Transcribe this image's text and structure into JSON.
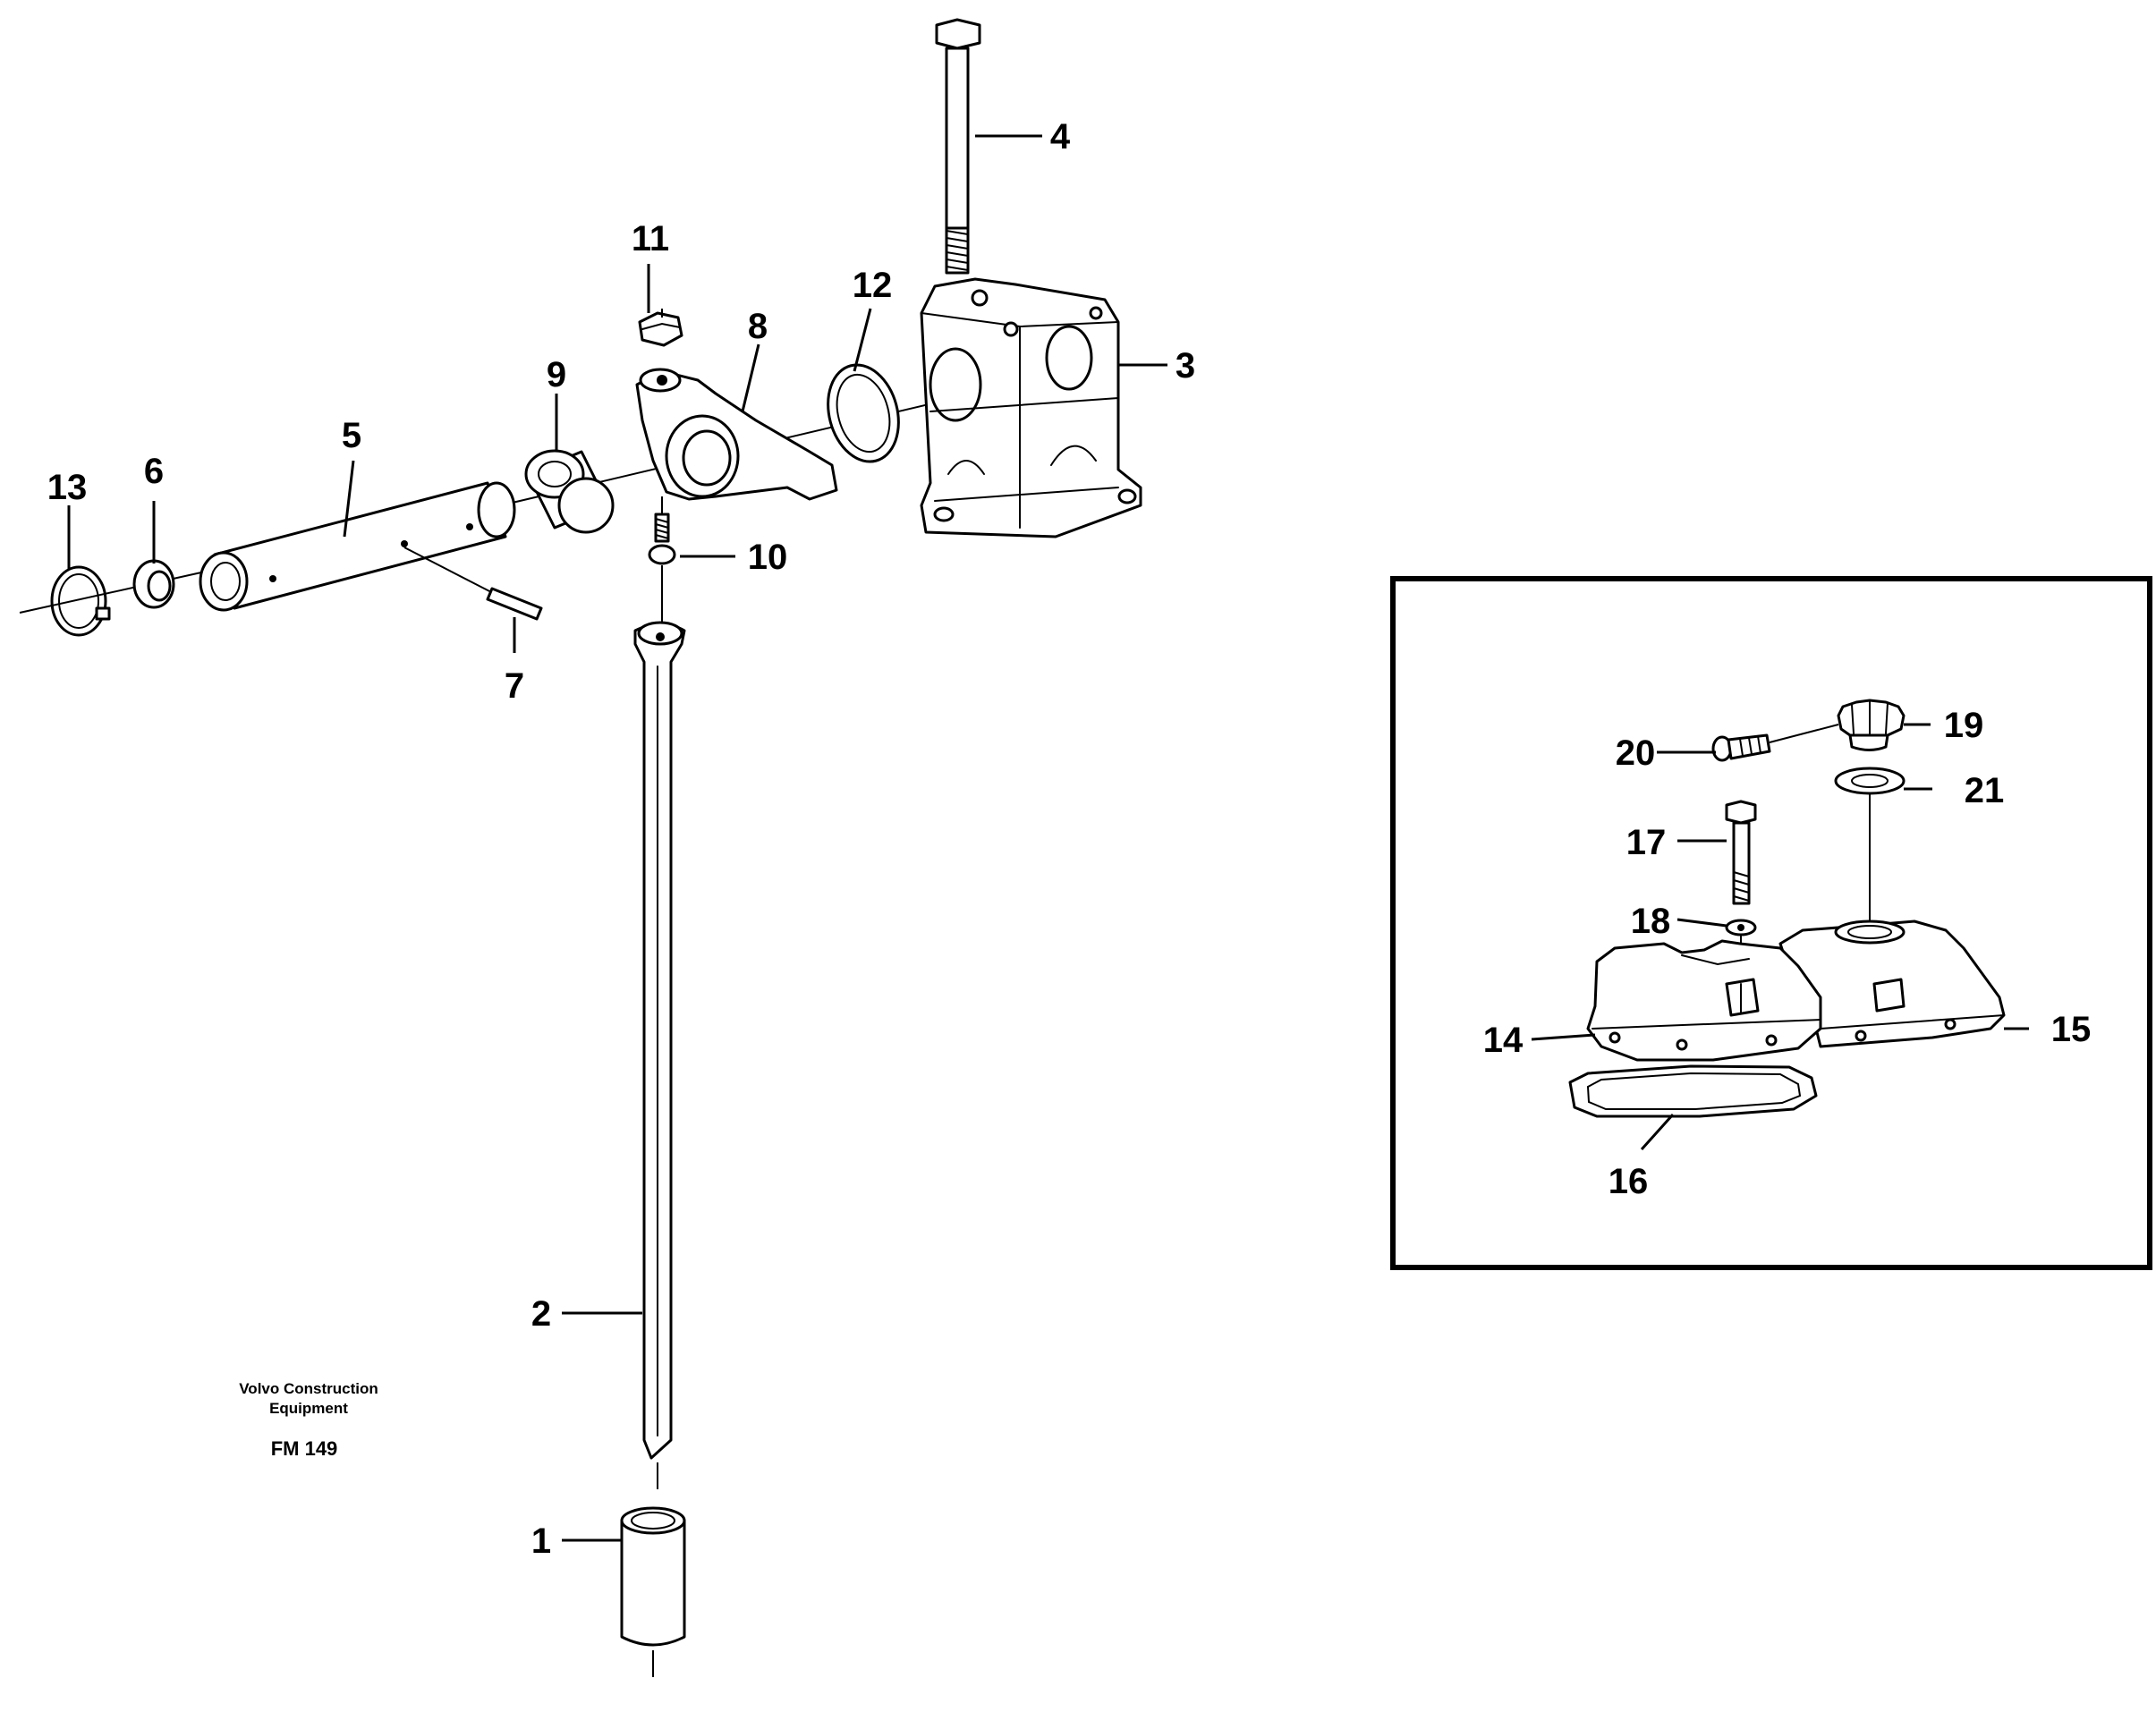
{
  "parts": [
    {
      "number": "1",
      "name": "tappet"
    },
    {
      "number": "2",
      "name": "push-rod"
    },
    {
      "number": "3",
      "name": "rocker-bracket"
    },
    {
      "number": "4",
      "name": "bracket-bolt"
    },
    {
      "number": "5",
      "name": "rocker-shaft"
    },
    {
      "number": "6",
      "name": "spacer-ring"
    },
    {
      "number": "7",
      "name": "pin"
    },
    {
      "number": "8",
      "name": "rocker-arm"
    },
    {
      "number": "9",
      "name": "bushing"
    },
    {
      "number": "10",
      "name": "adjusting-screw"
    },
    {
      "number": "11",
      "name": "lock-nut"
    },
    {
      "number": "12",
      "name": "washer"
    },
    {
      "number": "13",
      "name": "circlip"
    },
    {
      "number": "14",
      "name": "valve-cover"
    },
    {
      "number": "15",
      "name": "valve-cover-with-filler"
    },
    {
      "number": "16",
      "name": "cover-gasket"
    },
    {
      "number": "17",
      "name": "cover-bolt"
    },
    {
      "number": "18",
      "name": "bolt-washer"
    },
    {
      "number": "19",
      "name": "filler-cap"
    },
    {
      "number": "20",
      "name": "breather-screw"
    },
    {
      "number": "21",
      "name": "cap-seal"
    }
  ],
  "publisher": {
    "line1": "Volvo Construction",
    "line2": "Equipment"
  },
  "figure_code": "FM 149",
  "colors": {
    "ink": "#000000",
    "paper": "#ffffff"
  }
}
